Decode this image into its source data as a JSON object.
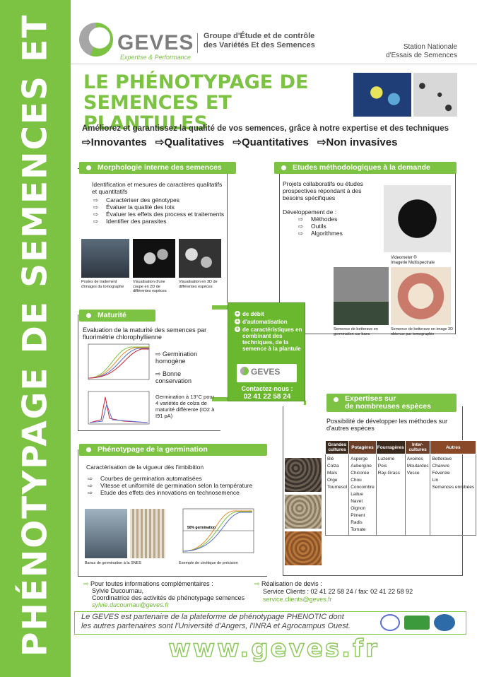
{
  "side_title": "PHÉNOTYPAGE DE SEMENCES ET PLANTULES",
  "header": {
    "logo_word": "GEVES",
    "logo_tagline": "Expertise & Performance",
    "group_line1": "Groupe d'Étude et de contrôle",
    "group_line2": "des Variétés Et des Semences",
    "station_line1": "Station Nationale",
    "station_line2": "d'Essais de Semences"
  },
  "title_line1": "LE PHÉNOTYPAGE DE",
  "title_line2": "SEMENCES ET PLANTULES",
  "lead": "Améliorez et garantissez la qualité de vos semences,  grâce à notre expertise et des techniques",
  "adjectives": [
    "⇨Innovantes",
    "⇨Qualitatives",
    "⇨Quantitatives",
    "⇨Non invasives"
  ],
  "morpho": {
    "title": "Morphologie interne des semences",
    "intro": "Identification et mesures de caractères qualitatifs et quantitatifs",
    "items": [
      "Caractériser des génotypes",
      "Évaluer la qualité des lots",
      "Évaluer les effets des process et traitements",
      "Identifier des parasites"
    ],
    "cap1": "Postes de traitement d'images du tomographe",
    "cap2": "Visualisation d'une coupe en 2D de différentes espèces",
    "cap3": "Visualisation en 3D de différentes espèces"
  },
  "etudes": {
    "title": "Etudes méthodologiques à la demande",
    "intro": "Projets collaboratifs ou études prospectives répondant à des besoins spécifiques",
    "dev": "Développement de :",
    "items": [
      "Méthodes",
      "Outils",
      "Algorithmes"
    ],
    "cap_video1": "Videometer ®",
    "cap_video2": "Imagerie Multispectrale",
    "cap_bett1": "Semence de betterave en germination sur banc",
    "cap_bett2": "Semence de betterave en image 3D obtenue par tomographie"
  },
  "maturite": {
    "title": "Maturité",
    "intro": "Evaluation de la maturité des semences par fluorimétrie chlorophyllienne",
    "r1": "Germination homogène",
    "r2": "Bonne conservation",
    "note": "Germination à 13°C pour 4 variétés de colza de maturité différente (IO2 à I91 pA)"
  },
  "center": {
    "items": [
      "de débit",
      "d'automatisation",
      "de caractéristiques en combinant des techniques, de la semence à la plantule"
    ],
    "logo_word": "GEVES",
    "contact_label": "Contactez-nous :",
    "contact_phone": "02 41 22 58 24"
  },
  "expertises": {
    "title1": "Expertises sur",
    "title2": "de nombreuses espèces",
    "intro": "Possibilité de développer les méthodes sur d'autres espèces",
    "headers": [
      "Grandes cultures",
      "Potagères",
      "Fourragères",
      "Inter-cultures",
      "Autres"
    ],
    "header_colors": [
      "#3a2a1e",
      "#6b3f2a",
      "#3a2a1e",
      "#6b3f2a",
      "#8a4a2a"
    ],
    "cols": [
      [
        "Blé",
        "Colza",
        "Maïs",
        "Orge",
        "Tournesol"
      ],
      [
        "Asperge",
        "Aubergine",
        "Chicorée",
        "Chou",
        "Concombre",
        "Laitue",
        "Navet",
        "Oignon",
        "Piment",
        "Radis",
        "Tomate"
      ],
      [
        "Luzerne",
        "Pois",
        "Ray-Grass"
      ],
      [
        "Avoines",
        "Moutardes",
        "Vesce"
      ],
      [
        "Betterave",
        "Chanvre",
        "Féverole",
        "Lin",
        "Semences enrobées"
      ]
    ]
  },
  "germination": {
    "title": "Phénotypage de la germination",
    "intro": "Caractérisation de la vigueur dès l'imbibition",
    "items": [
      "Courbes de germination automatisées",
      "Vitesse et uniformité de germination selon la température",
      "Etude des effets des innovations en technosemence"
    ],
    "cap1": "Bancs de germination à la SNES",
    "cap2": "Exemple de cinétique de précision",
    "chart_label": "50% germination"
  },
  "contacts": {
    "left1": "Pour toutes informations complémentaires :",
    "left2": "Sylvie Ducournau,",
    "left3": "Coordinatrice des activités de phénotypage semences",
    "left_email": "sylvie.ducournau@geves.fr",
    "right1": "Réalisation de devis :",
    "right2": "Service Clients : 02 41 22 58 24 / fax: 02 41 22 58 92",
    "right_email": "service.clients@geves.fr"
  },
  "footer": {
    "partner1": "Le GEVES est partenaire de la plateforme de phénotypage PHENOTIC dont",
    "partner2": "les autres partenaires sont l'Université d'Angers, l'INRA et Agrocampus Ouest.",
    "url": "www.geves.fr"
  },
  "colors": {
    "brand_green": "#7cc243",
    "dark_brown": "#3a2a1e"
  }
}
